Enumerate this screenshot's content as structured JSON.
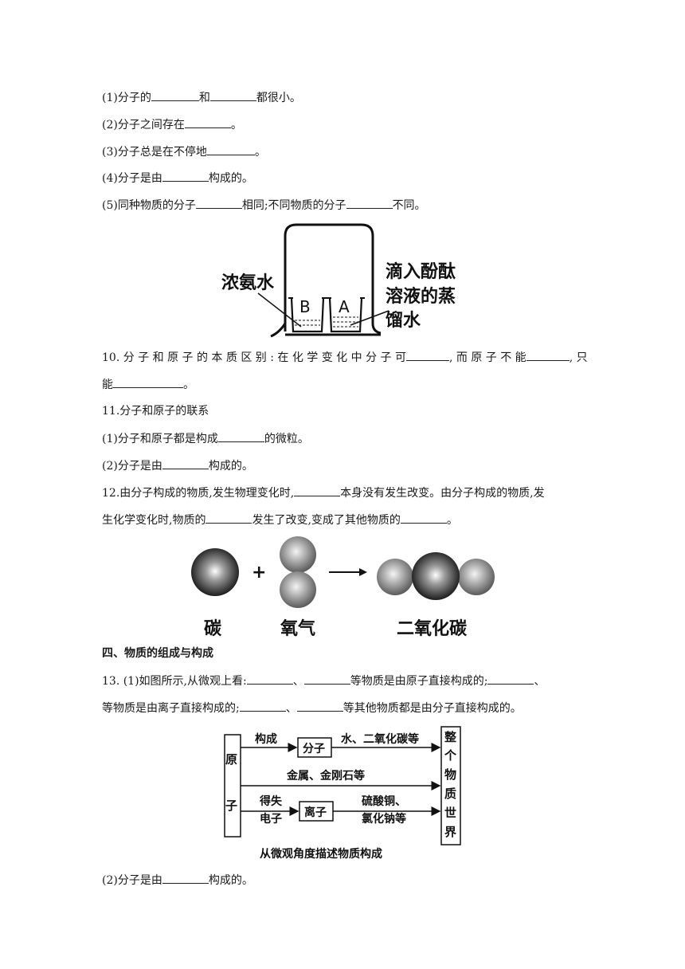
{
  "q9": {
    "items": [
      {
        "pre": "(1)分子的",
        "mid": "和",
        "post": "都很小。"
      },
      {
        "pre": "(2)分子之间存在",
        "post": "。"
      },
      {
        "pre": "(3)分子总是在不停地",
        "post": "。"
      },
      {
        "pre": "(4)分子是由",
        "post": "构成的。"
      },
      {
        "pre": "(5)同种物质的分子",
        "mid": "相同;不同物质的分子",
        "post": "不同。"
      }
    ]
  },
  "beaker_figure": {
    "label_left": "浓氨水",
    "beaker_b": "B",
    "beaker_a": "A",
    "label_right": [
      "滴入酚酞",
      "溶液的蒸",
      "馏水"
    ]
  },
  "q10": {
    "line1_pre": "10. 分 子 和 原 子 的 本 质 区 别 : 在 化 学 变 化 中 分 子 可",
    "line1_mid": ", 而 原 子 不 能",
    "line1_post": ", 只",
    "line2_pre": "能",
    "line2_post": "。"
  },
  "q11": {
    "title": "11.分子和原子的联系",
    "item1_pre": "(1)分子和原子都是构成",
    "item1_post": "的微粒。",
    "item2_pre": "(2)分子是由",
    "item2_post": "构成的。"
  },
  "q12": {
    "line1_pre": "12.由分子构成的物质,发生物理变化时,",
    "line1_post": "本身没有发生改变。由分子构成的物质,发",
    "line2_pre": "生化学变化时,物质的",
    "line2_mid": "发生了改变,变成了其他物质的",
    "line2_post": "。"
  },
  "reaction_figure": {
    "plus": "+",
    "label_carbon": "碳",
    "label_oxygen": "氧气",
    "label_co2": "二氧化碳"
  },
  "section4": {
    "heading": "四、物质的组成与构成"
  },
  "q13": {
    "line1_pre": "13.  (1)如图所示,从微观上看:",
    "line1_sep": "、",
    "line1_mid": "等物质是由原子直接构成的;",
    "line1_end": "、",
    "line2_pre": "等物质是由离子直接构成的;",
    "line2_sep": "、",
    "line2_post": "等其他物质都是由分子直接构成的。",
    "item2_pre": "(2)分子是由",
    "item2_post": "构成的。"
  },
  "structure_figure": {
    "atom": [
      "原",
      "子"
    ],
    "compose": "构成",
    "molecule": "分子",
    "molecule_examples": "水、二氧化碳等",
    "metals": "金属、金刚石等",
    "gain_lose": [
      "得失",
      "电子"
    ],
    "ion": "离子",
    "ion_examples": [
      "硫酸铜、",
      "氯化钠等"
    ],
    "world": [
      "整",
      "个",
      "物",
      "质",
      "世",
      "界"
    ],
    "caption": "从微观角度描述物质构成"
  }
}
